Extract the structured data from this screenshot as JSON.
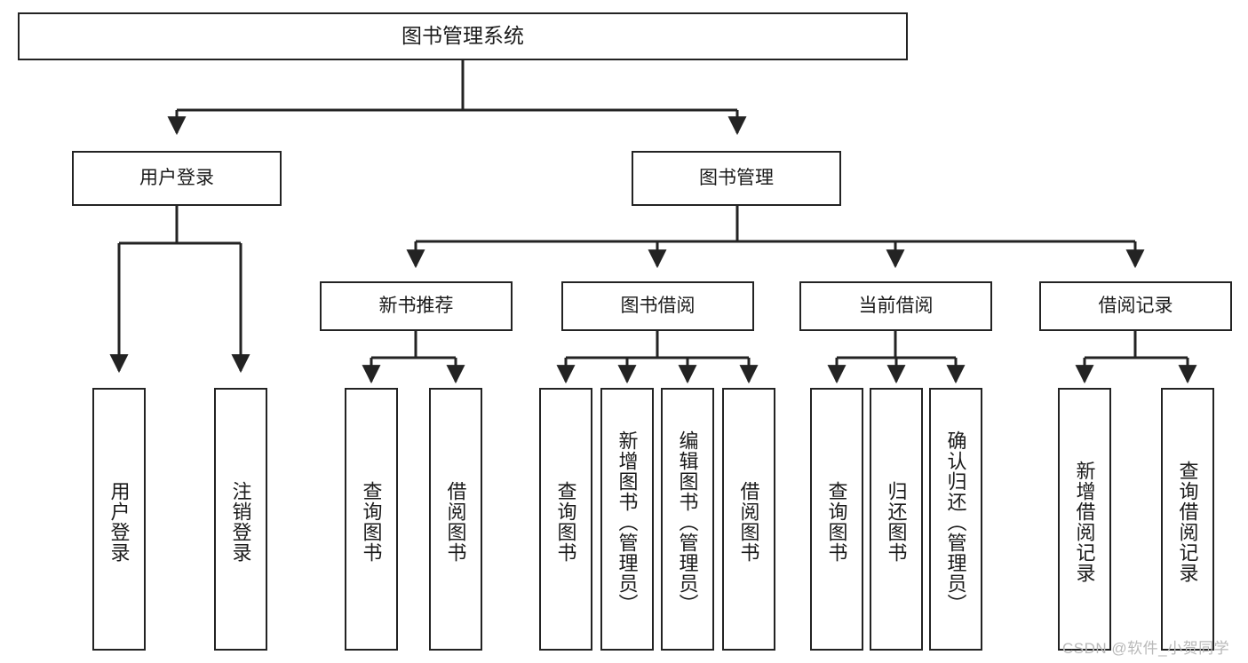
{
  "diagram": {
    "title": "图书管理系统",
    "type": "tree-hierarchy-diagram",
    "root": {
      "label": "图书管理系统"
    },
    "level1": [
      {
        "label": "用户登录"
      },
      {
        "label": "图书管理"
      }
    ],
    "level2": [
      {
        "label": "新书推荐"
      },
      {
        "label": "图书借阅"
      },
      {
        "label": "当前借阅"
      },
      {
        "label": "借阅记录"
      }
    ],
    "leaves": {
      "user_login": [
        {
          "label": "用户登录"
        },
        {
          "label": "注销登录"
        }
      ],
      "new_book_recommend": [
        {
          "label": "查询图书"
        },
        {
          "label": "借阅图书"
        }
      ],
      "book_borrow": [
        {
          "label": "查询图书"
        },
        {
          "label": "新增图书（管理员）"
        },
        {
          "label": "编辑图书（管理员）"
        },
        {
          "label": "借阅图书"
        }
      ],
      "current_borrow": [
        {
          "label": "查询图书"
        },
        {
          "label": "归还图书"
        },
        {
          "label": "确认归还（管理员）"
        }
      ],
      "borrow_record": [
        {
          "label": "新增借阅记录"
        },
        {
          "label": "查询借阅记录"
        }
      ]
    }
  },
  "watermark": {
    "text": "CSDN @软件_小贺同学"
  },
  "colors": {
    "stroke": "#232323",
    "text": "#1b1b1b",
    "background": "#ffffff",
    "watermark": "#b9b9b9"
  }
}
